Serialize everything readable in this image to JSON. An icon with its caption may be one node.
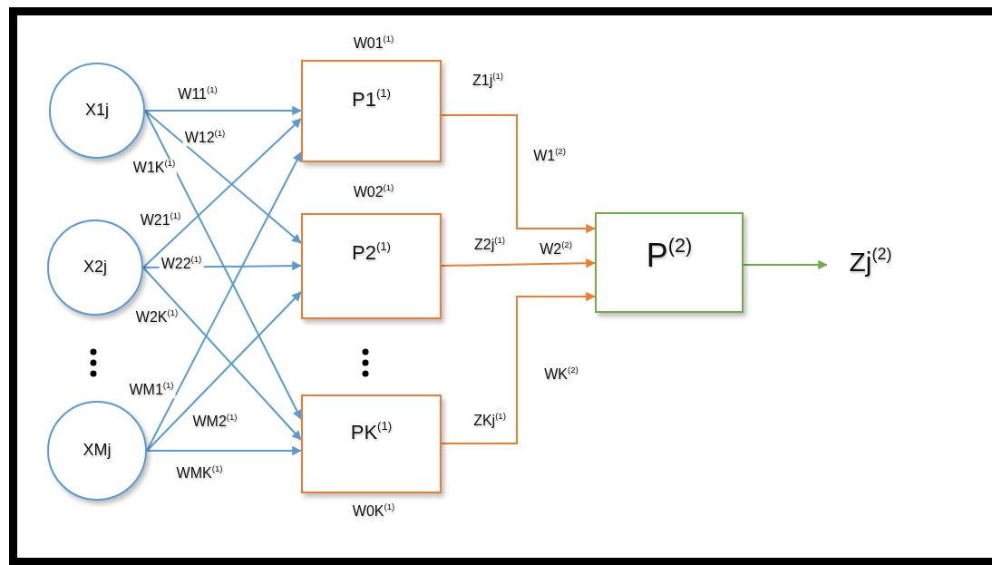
{
  "diagram": {
    "nodes": [
      {
        "text": [
          "X1j"
        ]
      },
      {
        "text": [
          "X2j"
        ]
      },
      {
        "text": [
          "XMj"
        ]
      },
      {
        "text": [
          "P1$^{(1)}$"
        ],
        "beside": [
          "W01$^{(1)}$"
        ]
      },
      {
        "text": [
          "P2$^{(1)}$"
        ],
        "beside": [
          "W02$^{(1)}$"
        ]
      },
      {
        "text": [
          "PK$^{(1)}$"
        ],
        "beside": [
          "W0K$^{(1)}$"
        ]
      },
      {
        "text": [
          "P$^{(2)}$"
        ]
      },
      {
        "text": [
          "Zj$^{(2)}$"
        ]
      }
    ],
    "edges": [
      {
        "from": 0,
        "to": 3,
        "arrow": "to",
        "label": "W11$^{(1)}$"
      },
      {
        "from": 0,
        "to": 4,
        "arrow": "to",
        "label": "W12$^{(1)}$"
      },
      {
        "from": 0,
        "to": 5,
        "arrow": "to",
        "label": "W1K$^{(1)}$"
      },
      {
        "from": 1,
        "to": 3,
        "arrow": "to",
        "label": "W21$^{(1)}$"
      },
      {
        "from": 1,
        "to": 4,
        "arrow": "to",
        "label": "W22$^{(1)}$"
      },
      {
        "from": 1,
        "to": 5,
        "arrow": "to",
        "label": "W2K$^{(1)}$"
      },
      {
        "from": 2,
        "to": 3,
        "arrow": "to",
        "label": "WM1$^{(1)}$"
      },
      {
        "from": 2,
        "to": 4,
        "arrow": "to",
        "label": "WM2$^{(1)}$"
      },
      {
        "from": 2,
        "to": 5,
        "arrow": "to",
        "label": "WMK$^{(1)}$"
      },
      {
        "from": 3,
        "to": 6,
        "arrow": "to",
        "label": "W1$^{(2)}$",
        "color": "#ed7d31"
      },
      {
        "from": 4,
        "to": 6,
        "arrow": "to",
        "label": "W2$^{(2)}$",
        "color": "#ed7d31"
      },
      {
        "from": 5,
        "to": 6,
        "arrow": "to",
        "label": "WK$^{(2)}$",
        "color": "#ed7d31"
      },
      {
        "from": 6,
        "to": 7,
        "arrow": "to",
        "color": "#70ad47"
      }
    ],
    "labels": [
      "Z1j$^{(1)}$",
      "Z2j$^{(1)}$",
      "ZKj$^{(1)}$"
    ]
  }
}
